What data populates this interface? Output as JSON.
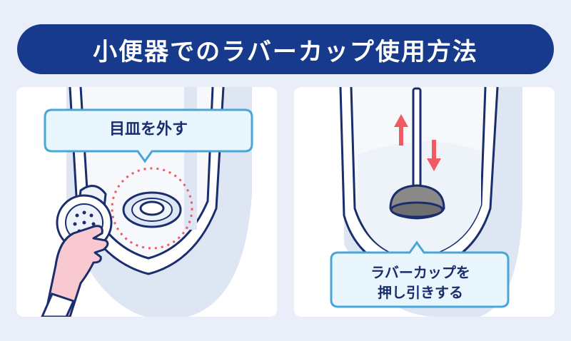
{
  "title": "小便器でのラバーカップ使用方法",
  "panels": [
    {
      "callout": "目皿を外す"
    },
    {
      "callout_line1": "ラバーカップを",
      "callout_line2": "押し引きする"
    }
  ],
  "colors": {
    "title_bg": "#173a8c",
    "background": "#e9eef8",
    "panel_bg": "#ffffff",
    "urinal_outline": "#1a2e6e",
    "callout_fill": "#eaf6fd",
    "callout_border": "#4aa6d6",
    "arrow_red": "#f05a62",
    "dotted_circle": "#f05a62",
    "plunger_gray": "#8a8a8a"
  }
}
